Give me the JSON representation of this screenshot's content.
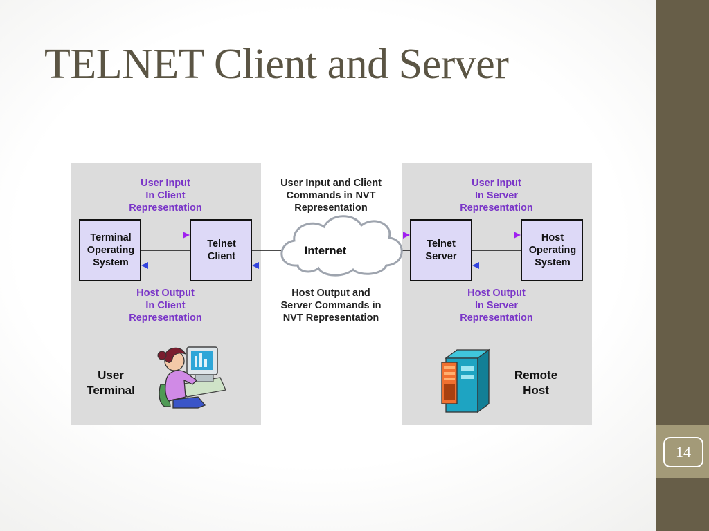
{
  "slide": {
    "title": "TELNET Client and Server",
    "page_number": "14"
  },
  "diagram": {
    "client_side": {
      "user_input": "User Input\nIn Client\nRepresentation",
      "host_output": "Host Output\nIn Client\nRepresentation",
      "terminal_box": "Terminal\nOperating\nSystem",
      "client_box": "Telnet\nClient",
      "caption": "User\nTerminal"
    },
    "middle": {
      "top_text": "User Input  and Client\nCommands in NVT\nRepresentation",
      "cloud_label": "Internet",
      "bottom_text": "Host Output and\nServer Commands in\nNVT Representation"
    },
    "server_side": {
      "user_input": "User Input\nIn Server\nRepresentation",
      "host_output": "Host Output\nIn Server\nRepresentation",
      "server_box": "Telnet\nServer",
      "host_box": "Host\nOperating\nSystem",
      "caption": "Remote\nHost"
    },
    "colors": {
      "panel": "#dcdcdc",
      "box_fill": "#ddd9f7",
      "input_arrow": "#a020f0",
      "output_arrow": "#3344dd",
      "label_purple": "#7a35c8"
    },
    "icons": {
      "left": "user-at-computer-icon",
      "right": "server-rack-icon",
      "cloud": "cloud-icon"
    }
  }
}
